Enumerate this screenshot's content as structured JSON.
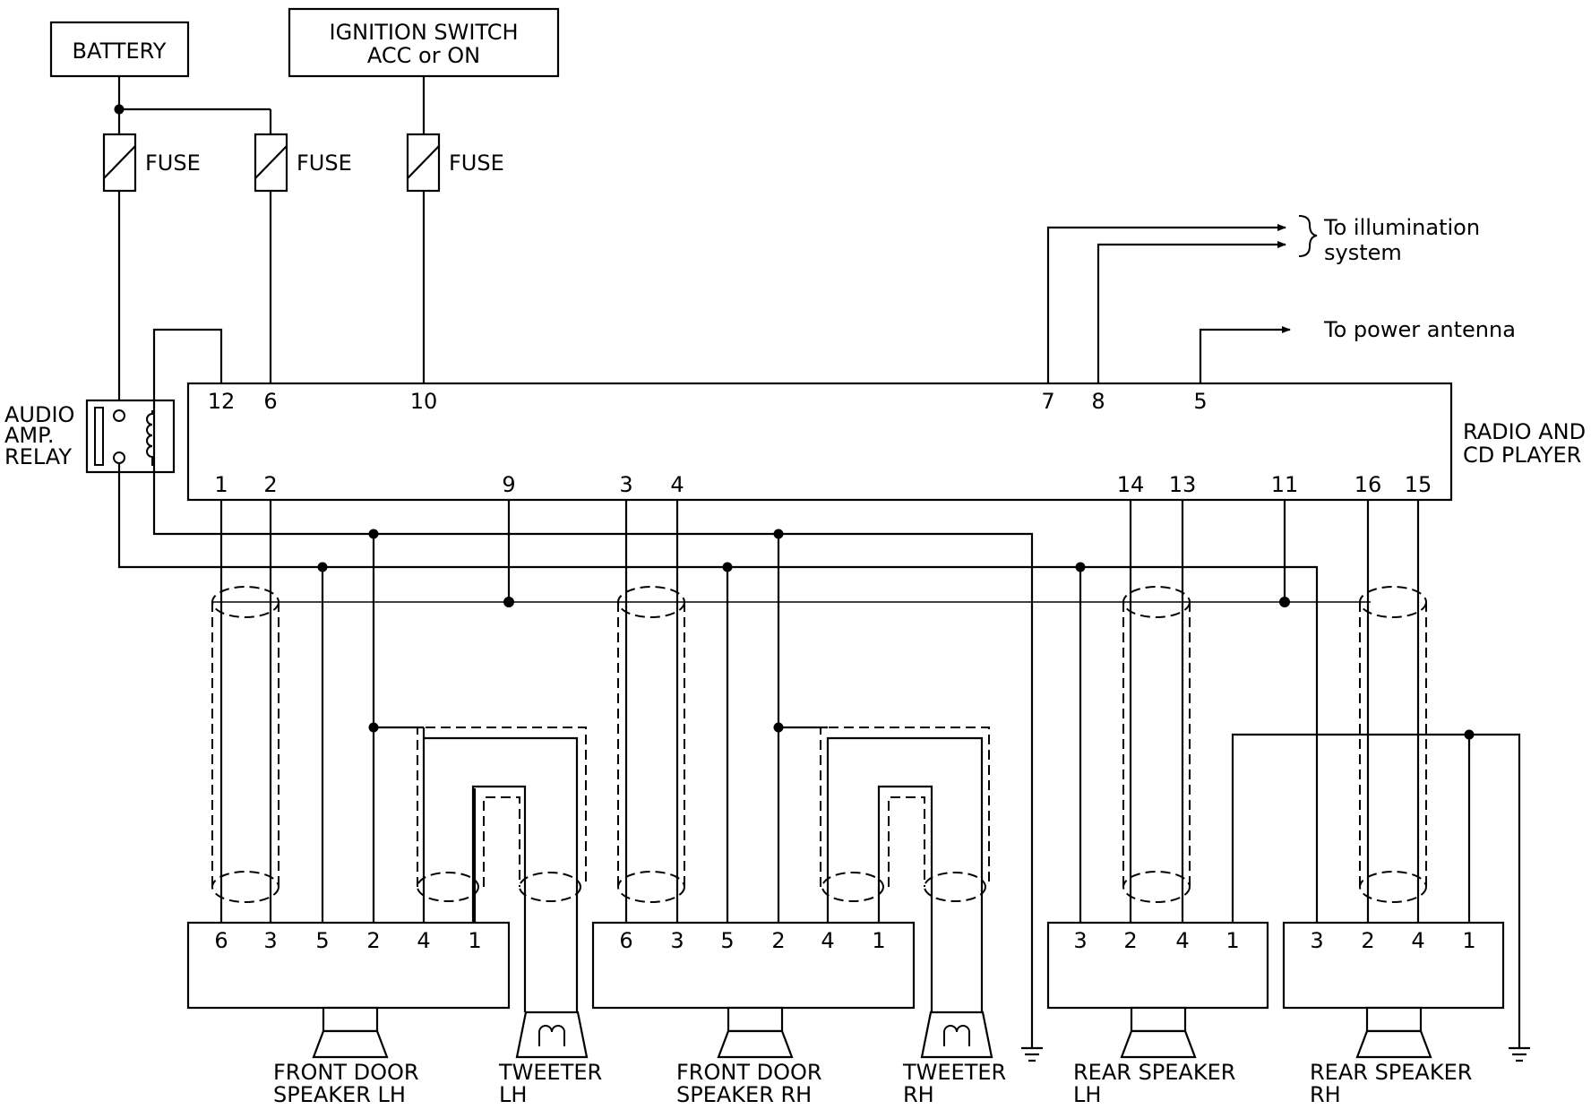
{
  "components": {
    "battery": "BATTERY",
    "ignition_switch": {
      "line1": "IGNITION SWITCH",
      "line2": "ACC or ON"
    },
    "fuse_1": "FUSE",
    "fuse_2": "FUSE",
    "fuse_3": "FUSE",
    "audio_amp_relay": {
      "line1": "AUDIO",
      "line2": "AMP.",
      "line3": "RELAY"
    },
    "radio": {
      "line1": "RADIO AND",
      "line2": "CD PLAYER"
    },
    "illumination": {
      "line1": "To illumination",
      "line2": "system"
    },
    "power_antenna": "To power antenna",
    "front_door_speaker_lh": {
      "line1": "FRONT DOOR",
      "line2": "SPEAKER LH"
    },
    "tweeter_lh": {
      "line1": "TWEETER",
      "line2": "LH"
    },
    "front_door_speaker_rh": {
      "line1": "FRONT DOOR",
      "line2": "SPEAKER RH"
    },
    "tweeter_rh": {
      "line1": "TWEETER",
      "line2": "RH"
    },
    "rear_speaker_lh": {
      "line1": "REAR SPEAKER",
      "line2": "LH"
    },
    "rear_speaker_rh": {
      "line1": "REAR SPEAKER",
      "line2": "RH"
    }
  },
  "radio_pins": {
    "top": [
      "12",
      "6",
      "10",
      "7",
      "8",
      "5"
    ],
    "bottom": [
      "1",
      "2",
      "9",
      "3",
      "4",
      "14",
      "13",
      "11",
      "16",
      "15"
    ]
  },
  "front_lh_pins": [
    "6",
    "3",
    "5",
    "2",
    "4",
    "1"
  ],
  "front_rh_pins": [
    "6",
    "3",
    "5",
    "2",
    "4",
    "1"
  ],
  "rear_lh_pins": [
    "3",
    "2",
    "4",
    "1"
  ],
  "rear_rh_pins": [
    "3",
    "2",
    "4",
    "1"
  ]
}
